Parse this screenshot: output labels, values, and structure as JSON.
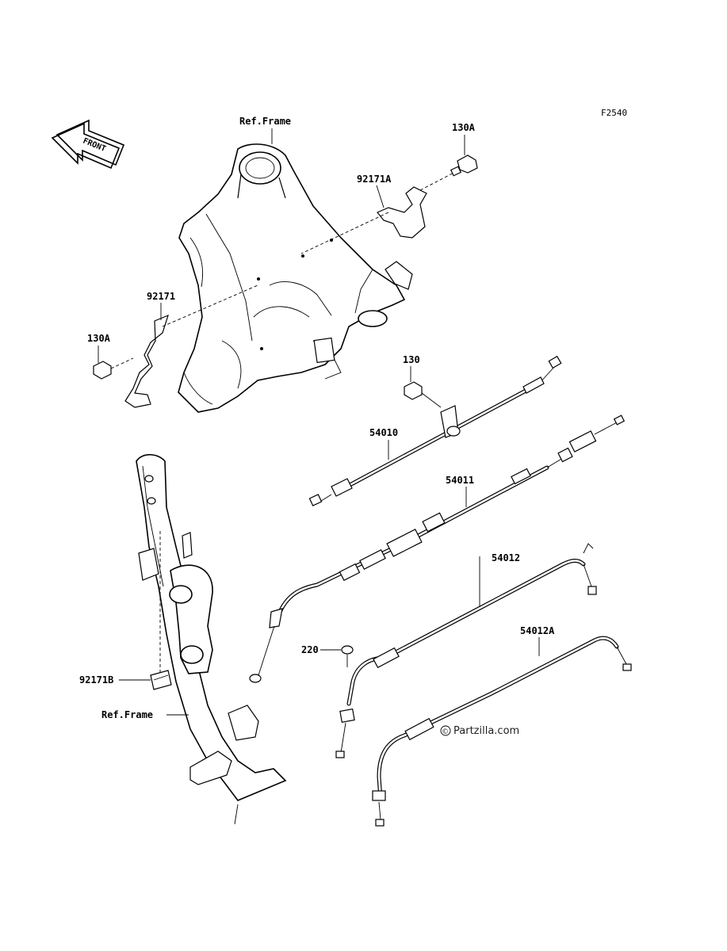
{
  "figure_id": "F2540",
  "front_arrow": {
    "label": "FRONT",
    "icon": "front-direction-arrow-icon"
  },
  "labels": {
    "ref_frame_top": "Ref.Frame",
    "ref_frame_bottom": "Ref.Frame",
    "p130A_top": "130A",
    "p92171A": "92171A",
    "p92171": "92171",
    "p130A_left": "130A",
    "p130": "130",
    "p54010": "54010",
    "p54011": "54011",
    "p54012": "54012",
    "p220": "220",
    "p54012A": "54012A",
    "p92171B": "92171B"
  },
  "watermark": {
    "symbol": "©",
    "text": "Partzilla.com"
  }
}
